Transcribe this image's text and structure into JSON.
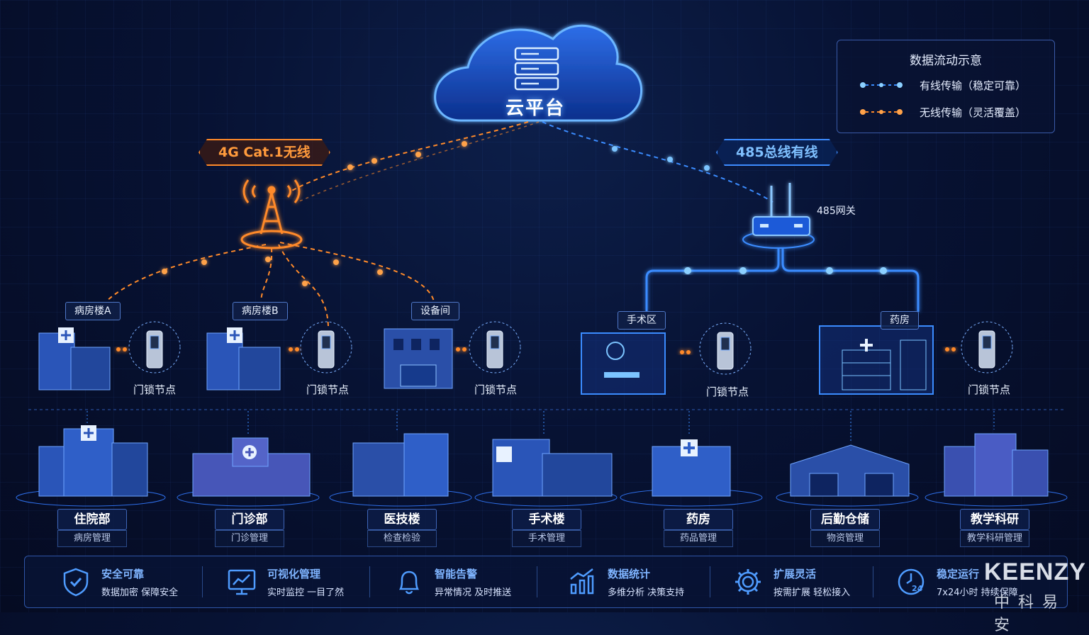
{
  "cloud": {
    "title": "云平台"
  },
  "links": {
    "wireless_tag": "4G Cat.1无线",
    "wired_tag": "485总线有线"
  },
  "legend": {
    "title": "数据流动示意",
    "wired": "有线传输（稳定可靠）",
    "wireless": "无线传输（灵活覆盖）",
    "wired_color": "#3b8cff",
    "wireless_color": "#ff8a2a"
  },
  "gateway": {
    "label": "485网关"
  },
  "wireless_nodes": [
    {
      "name": "病房楼A",
      "lock": "门锁节点"
    },
    {
      "name": "病房楼B",
      "lock": "门锁节点"
    },
    {
      "name": "设备间",
      "lock": "门锁节点"
    }
  ],
  "wired_nodes": [
    {
      "name": "手术区",
      "lock": "门锁节点"
    },
    {
      "name": "药房",
      "lock": "门锁节点"
    }
  ],
  "buildings": [
    {
      "name": "住院部",
      "sub": "病房管理"
    },
    {
      "name": "门诊部",
      "sub": "门诊管理"
    },
    {
      "name": "医技楼",
      "sub": "检查检验"
    },
    {
      "name": "手术楼",
      "sub": "手术管理"
    },
    {
      "name": "药房",
      "sub": "药品管理"
    },
    {
      "name": "后勤仓储",
      "sub": "物资管理"
    },
    {
      "name": "教学科研",
      "sub": "教学科研管理"
    }
  ],
  "features": [
    {
      "title": "安全可靠",
      "desc": "数据加密 保障安全",
      "icon": "shield-check-icon"
    },
    {
      "title": "可视化管理",
      "desc": "实时监控 一目了然",
      "icon": "monitor-chart-icon"
    },
    {
      "title": "智能告警",
      "desc": "异常情况 及时推送",
      "icon": "bell-icon"
    },
    {
      "title": "数据统计",
      "desc": "多维分析 决策支持",
      "icon": "bar-chart-icon"
    },
    {
      "title": "扩展灵活",
      "desc": "按需扩展 轻松接入",
      "icon": "gear-icon"
    },
    {
      "title": "稳定运行",
      "desc": "7x24小时 持续保障",
      "icon": "clock-24-icon"
    }
  ],
  "brand": {
    "name": "KEENZY",
    "cn": "中科易安"
  }
}
